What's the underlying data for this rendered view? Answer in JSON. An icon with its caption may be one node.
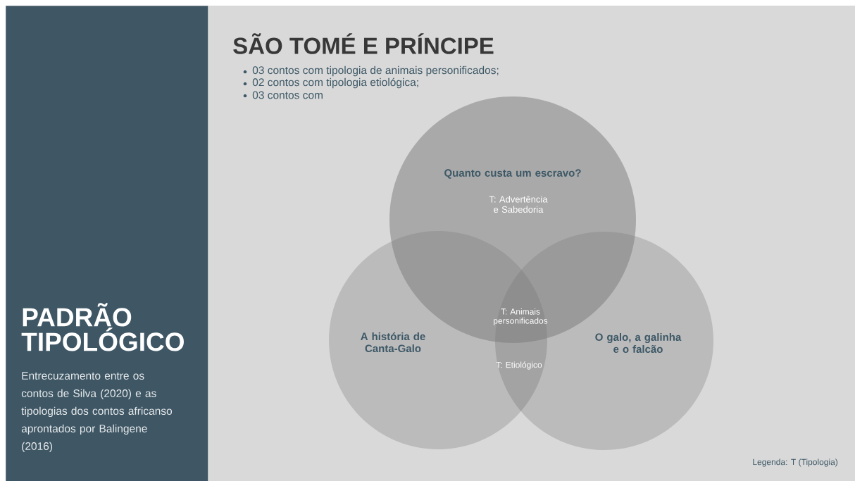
{
  "diagram": {
    "title": "SÃO TOMÉ E PRÍNCIPE",
    "nodes": [
      {
        "text": [
          "PADRÃO TIPOLÓGICO",
          "Entrecuzamento entre os contos de Silva (2020) e as tipologias dos contos africanso aprontados por Balingene (2016)"
        ]
      },
      {
        "text": [
          "Quanto custa um escravo?",
          "T: Advertência e Sabedoria"
        ]
      },
      {
        "text": [
          "A história de Canta-Galo"
        ]
      },
      {
        "text": [
          "O galo, a galinha e o falcão"
        ]
      }
    ],
    "labels": [
      "03 contos com tipologia de animais personificados;",
      "02 contos com tipologia etiológica;",
      "03 contos com",
      "T: Animais personificados",
      "T: Etiológico",
      "Legenda: T (Tipologia)"
    ]
  }
}
